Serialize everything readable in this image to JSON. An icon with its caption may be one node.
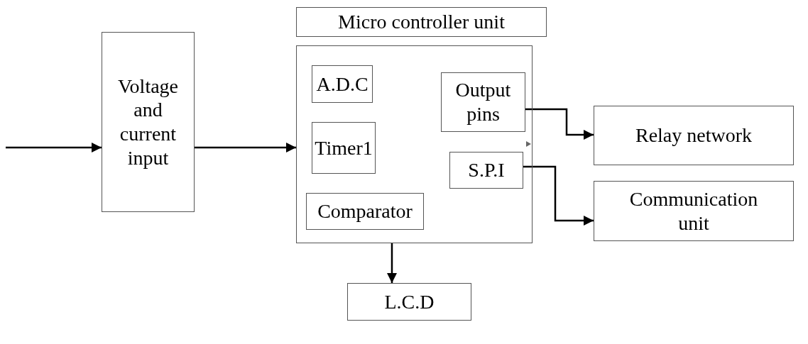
{
  "diagram": {
    "nodes": [
      {
        "text": [
          "Voltage and current input"
        ]
      },
      {
        "text": [
          "Micro controller unit"
        ]
      },
      {
        "text": [],
        "shape": "box"
      },
      {
        "text": [
          "A.D.C"
        ],
        "in": 2
      },
      {
        "text": [
          "Timer1"
        ],
        "in": 2
      },
      {
        "text": [
          "Comparator"
        ],
        "in": 2
      },
      {
        "text": [
          "Output pins"
        ],
        "in": 2
      },
      {
        "text": [
          "S.P.I"
        ],
        "in": 2
      },
      {
        "text": [
          "Relay network"
        ]
      },
      {
        "text": [
          "Communication unit"
        ]
      },
      {
        "text": [
          "L.C.D"
        ]
      }
    ],
    "edges": [
      {
        "from": null,
        "to": 0,
        "arrow": "to"
      },
      {
        "from": 0,
        "to": 2,
        "arrow": "to"
      },
      {
        "from": 6,
        "to": 8,
        "arrow": "to"
      },
      {
        "from": 7,
        "to": 9,
        "arrow": "to"
      },
      {
        "from": 2,
        "to": 10,
        "arrow": "to"
      }
    ]
  }
}
